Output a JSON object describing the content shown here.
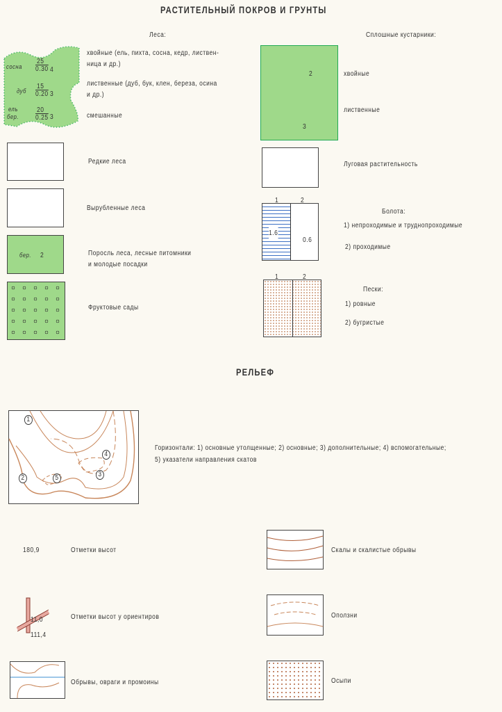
{
  "veg": {
    "title": "РАСТИТЕЛЬНЫЙ ПОКРОВ И ГРУНТЫ",
    "forest": {
      "heading": "Леса:",
      "conif": "хвойные (ель, пихта, сосна, кедр, листвен-",
      "conif2": "ница и др.)",
      "decid": "лиственные (дуб, бук, клен, береза, осина",
      "decid2": "и др.)",
      "mixed": "смешанные",
      "s1": {
        "species": "сосна",
        "num": "25",
        "den": "0.30",
        "r": "4"
      },
      "s2": {
        "species": "дуб",
        "num": "15",
        "den": "0.20",
        "r": "3"
      },
      "s3": {
        "species": "ель",
        "species2": "бер.",
        "num": "20",
        "den": "0.25",
        "r": "3"
      }
    },
    "sparse": "Редкие леса",
    "cut": "Вырубленные леса",
    "young": "Поросль леса, лесные питомники",
    "young2": "и молодые посадки",
    "young_label": "бер.",
    "young_num": "2",
    "orchards": "Фруктовые сады",
    "shrubs": {
      "heading": "Сплошные кустарники:",
      "conif": "хвойные",
      "decid": "лиственные",
      "n1": "2",
      "n2": "3"
    },
    "meadow": "Луговая растительность",
    "swamps": {
      "heading": "Болота:",
      "i1": "1) непроходимые и труднопроходимые",
      "i2": "2) проходимые",
      "c1": "1",
      "c2": "2",
      "d1": "1.6",
      "d2": "0.6"
    },
    "sands": {
      "heading": "Пески:",
      "i1": "1) ровные",
      "i2": "2) бугристые",
      "c1": "1",
      "c2": "2"
    }
  },
  "relief": {
    "title": "РЕЛЬЕФ",
    "contours": "Горизонтали: 1) основные утолщенные; 2) основные; 3) дополнительные; 4) вспомогательные;",
    "contours2": "5) указатели направления скатов",
    "n": [
      "1",
      "2",
      "3",
      "4",
      "5"
    ],
    "spot": "180,9",
    "spot_label": "Отметки высот",
    "lm1": "11,0",
    "lm2": "111,4",
    "lm_label": "Отметки высот у ориентиров",
    "ravines": "Обрывы, овраги и промоины",
    "rocks": "Скалы и скалистые обрывы",
    "landslides": "Оползни",
    "screes": "Осыпи"
  }
}
